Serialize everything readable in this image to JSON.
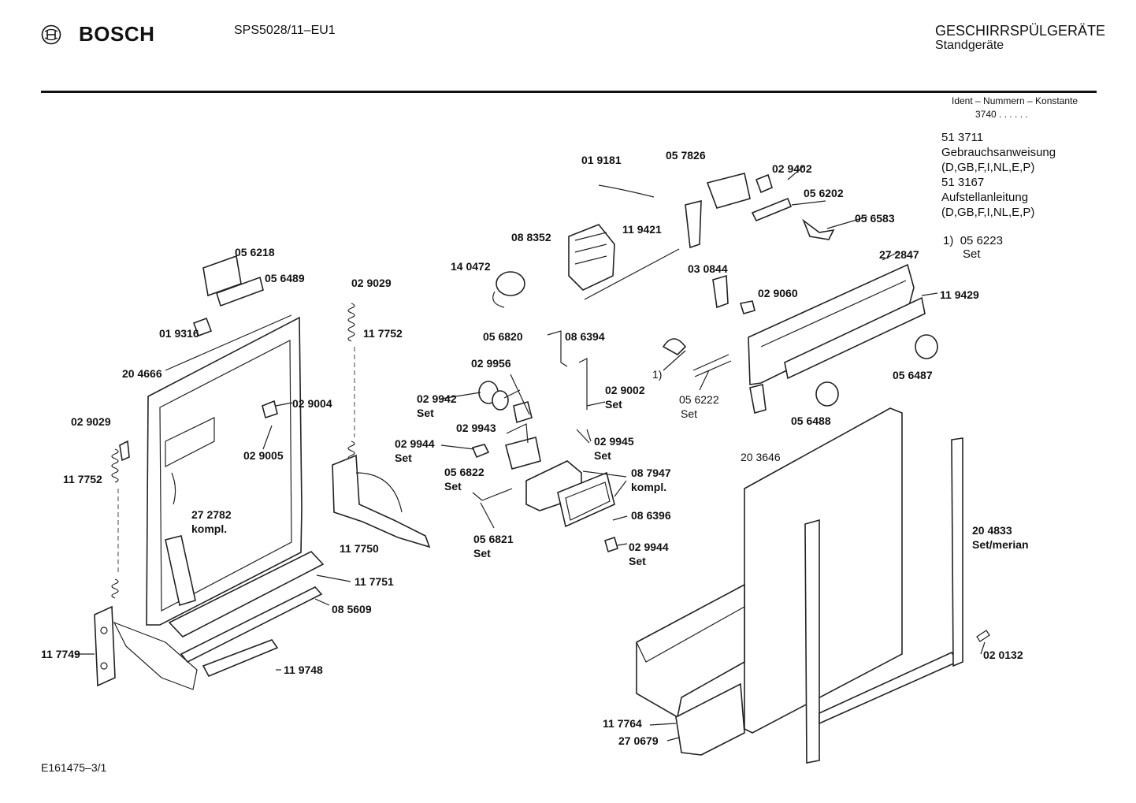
{
  "header": {
    "brand": "BOSCH",
    "model": "SPS5028/11–EU1",
    "category_line1": "GESCHIRRSPÜLGERÄTE",
    "category_line2": "Standgeräte"
  },
  "ident": {
    "label": "Ident – Nummern – Konstante",
    "value": "3740 . . . . . ."
  },
  "documents": [
    "51 3711",
    "Gebrauchsanweisung",
    "(D,GB,F,I,NL,E,P)",
    "51 3167",
    "Aufstellanleitung",
    "(D,GB,F,I,NL,E,P)"
  ],
  "footnote": {
    "marker": "1)",
    "part": "05 6223",
    "note": "Set"
  },
  "footer": "E161475–3/1",
  "icons": {
    "logo": "bosch-armature-icon"
  },
  "part_labels": [
    {
      "text": "01 9181",
      "bold": true
    },
    {
      "text": "05 7826",
      "bold": true
    },
    {
      "text": "02 9402",
      "bold": true
    },
    {
      "text": "05 6202",
      "bold": true
    },
    {
      "text": "05 6583",
      "bold": true
    },
    {
      "text": "08 8352",
      "bold": true
    },
    {
      "text": "11 9421",
      "bold": true
    },
    {
      "text": "14 0472",
      "bold": true
    },
    {
      "text": "03 0844",
      "bold": true
    },
    {
      "text": "02 9060",
      "bold": true
    },
    {
      "text": "27 2847",
      "bold": true
    },
    {
      "text": "11 9429",
      "bold": true
    },
    {
      "text": "05 6218",
      "bold": true
    },
    {
      "text": "05 6489",
      "bold": true
    },
    {
      "text": "02 9029",
      "bold": true
    },
    {
      "text": "11 7752",
      "bold": true
    },
    {
      "text": "01 9316",
      "bold": true
    },
    {
      "text": "20 4666",
      "bold": true
    },
    {
      "text": "02 9004",
      "bold": true
    },
    {
      "text": "02 9005",
      "bold": true
    },
    {
      "text": "02 9029",
      "bold": true
    },
    {
      "text": "11 7752",
      "bold": true
    },
    {
      "text": "27 2782",
      "bold": true
    },
    {
      "text": "kompl.",
      "bold": true
    },
    {
      "text": "11 7750",
      "bold": true
    },
    {
      "text": "11 7751",
      "bold": true
    },
    {
      "text": "08 5609",
      "bold": true
    },
    {
      "text": "11 7749",
      "bold": true
    },
    {
      "text": "11 9748",
      "bold": true
    },
    {
      "text": "05 6820",
      "bold": true
    },
    {
      "text": "08 6394",
      "bold": true
    },
    {
      "text": "02 9956",
      "bold": true
    },
    {
      "text": "02 9942",
      "bold": true
    },
    {
      "text": "Set",
      "bold": true
    },
    {
      "text": "02 9002",
      "bold": true
    },
    {
      "text": "Set",
      "bold": true
    },
    {
      "text": "02 9943",
      "bold": true
    },
    {
      "text": "02 9945",
      "bold": true
    },
    {
      "text": "Set",
      "bold": true
    },
    {
      "text": "02 9944",
      "bold": true
    },
    {
      "text": "Set",
      "bold": true
    },
    {
      "text": "05 6822",
      "bold": true
    },
    {
      "text": "Set",
      "bold": true
    },
    {
      "text": "08 7947",
      "bold": true
    },
    {
      "text": "kompl.",
      "bold": true
    },
    {
      "text": "08 6396",
      "bold": true
    },
    {
      "text": "05 6821",
      "bold": true
    },
    {
      "text": "Set",
      "bold": true
    },
    {
      "text": "02 9944",
      "bold": true
    },
    {
      "text": "Set",
      "bold": true
    },
    {
      "text": "1)",
      "bold": false
    },
    {
      "text": "05 6222",
      "bold": false
    },
    {
      "text": "Set",
      "bold": false
    },
    {
      "text": "05 6487",
      "bold": true
    },
    {
      "text": "05 6488",
      "bold": true
    },
    {
      "text": "20 3646",
      "bold": false
    },
    {
      "text": "20 4833",
      "bold": true
    },
    {
      "text": "Set/merian",
      "bold": true
    },
    {
      "text": "02 0132",
      "bold": true
    },
    {
      "text": "11 7764",
      "bold": true
    },
    {
      "text": "27 0679",
      "bold": true
    }
  ]
}
